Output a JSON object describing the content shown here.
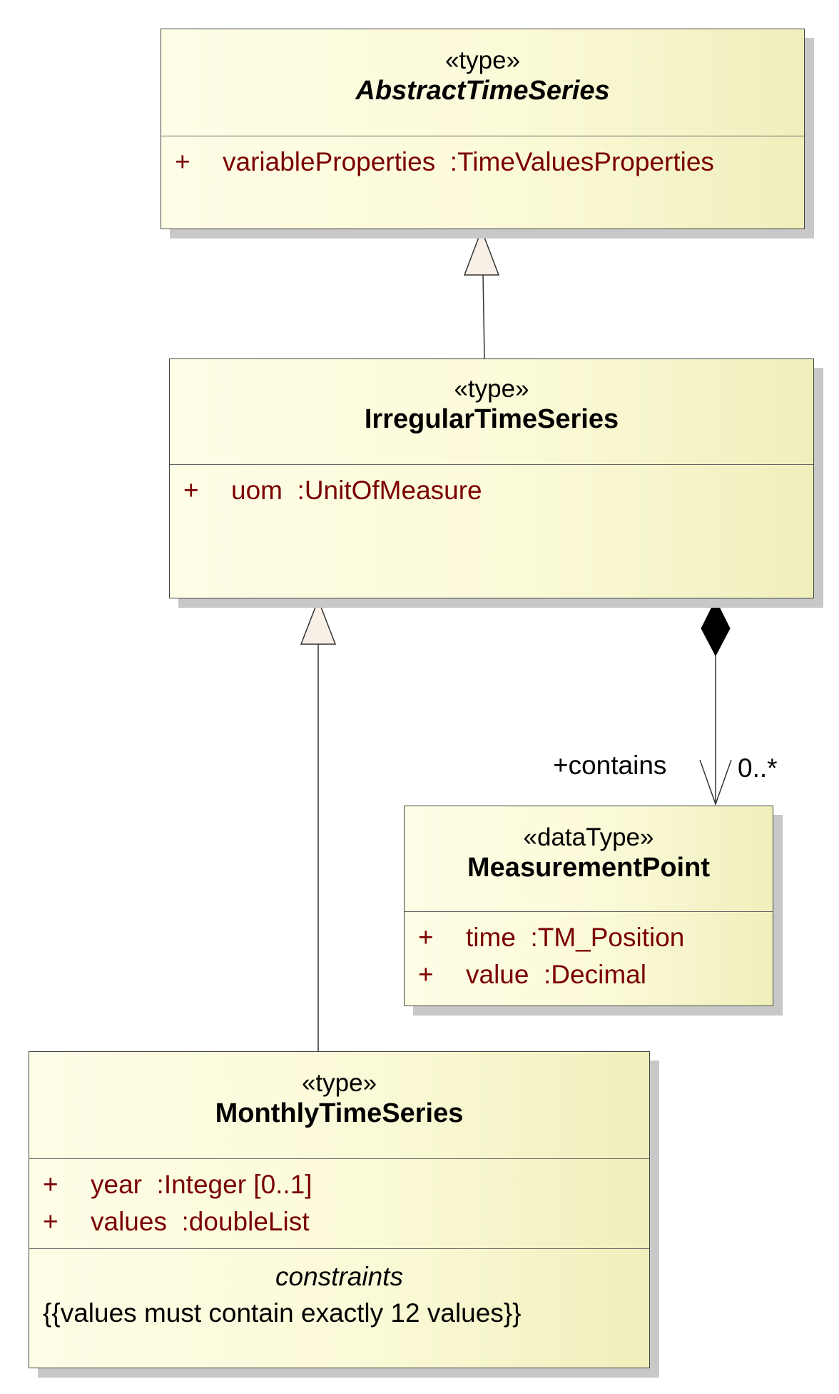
{
  "classes": {
    "abstract_time_series": {
      "stereotype": "«type»",
      "name": "AbstractTimeSeries",
      "attributes": [
        {
          "visibility": "+",
          "name": "variableProperties",
          "type": ":TimeValuesProperties"
        }
      ]
    },
    "irregular_time_series": {
      "stereotype": "«type»",
      "name": "IrregularTimeSeries",
      "attributes": [
        {
          "visibility": "+",
          "name": "uom",
          "type": ":UnitOfMeasure"
        }
      ]
    },
    "measurement_point": {
      "stereotype": "«dataType»",
      "name": "MeasurementPoint",
      "attributes": [
        {
          "visibility": "+",
          "name": "time",
          "type": ":TM_Position"
        },
        {
          "visibility": "+",
          "name": "value",
          "type": ":Decimal"
        }
      ]
    },
    "monthly_time_series": {
      "stereotype": "«type»",
      "name": "MonthlyTimeSeries",
      "attributes": [
        {
          "visibility": "+",
          "name": "year",
          "type": ":Integer [0..1]"
        },
        {
          "visibility": "+",
          "name": "values",
          "type": ":doubleList"
        }
      ],
      "constraints_title": "constraints",
      "constraints": [
        "{{values must contain exactly 12 values}}"
      ]
    }
  },
  "associations": {
    "composition": {
      "role": "+contains",
      "multiplicity": "0..*"
    }
  },
  "colors": {
    "attribute_text": "#7a0000",
    "box_fill_light": "#fefde6",
    "box_fill_dark": "#f0efbc",
    "shadow": "#c8c8c8",
    "generalization_arrow_fill": "#f8f0e6"
  }
}
